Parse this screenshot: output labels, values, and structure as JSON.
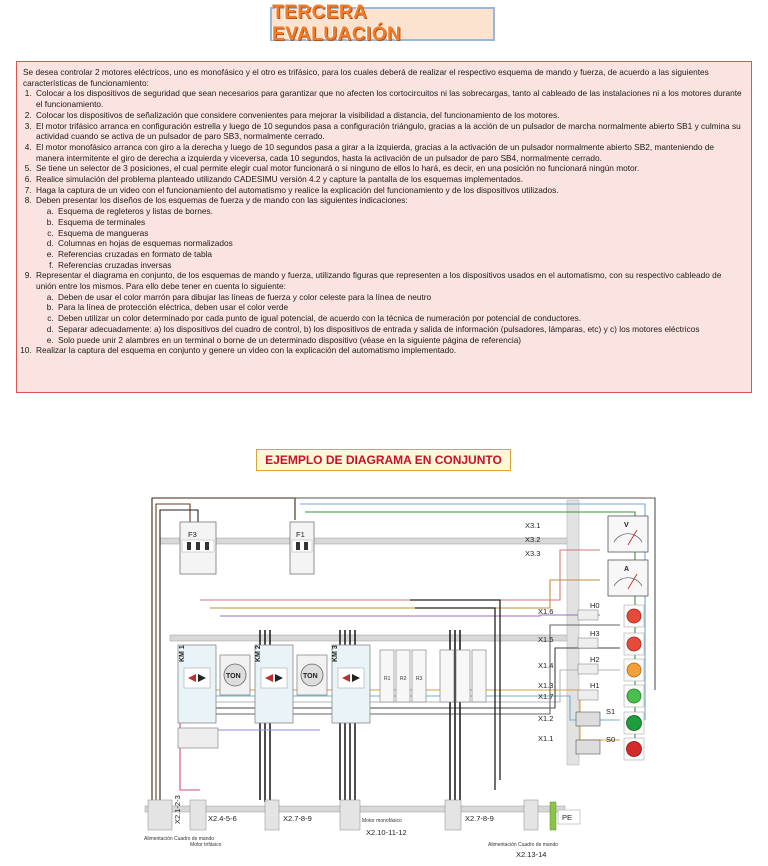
{
  "header": {
    "title": "TERCERA EVALUACIÓN"
  },
  "task": {
    "intro": "Se desea controlar 2 motores eléctricos, uno es monofásico y el otro es trifásico, para los cuales deberá de realizar el respectivo esquema de mando y fuerza, de acuerdo a las siguientes características de funcionamiento:",
    "items": [
      "Colocar a los dispositivos de seguridad que sean necesarios para garantizar que no afecten los cortocircuitos ni las sobrecargas, tanto al cableado de las instalaciones ni a los motores durante el funcionamiento.",
      "Colocar los dispositivos de señalización que considere convenientes para mejorar la visibilidad a distancia, del funcionamiento de los motores.",
      "El motor trifásico arranca en configuración estrella y luego de 10 segundos pasa a configuración triángulo, gracias a la acción de un pulsador de marcha normalmente abierto SB1 y culmina su actividad cuando se activa de un pulsador de paro SB3, normalmente cerrado.",
      "El motor monofásico arranca con giro a la derecha y luego de 10 segundos pasa a girar a la izquierda, gracias a la activación de un pulsador normalmente abierto SB2, manteniendo de manera intermitente el giro de derecha a izquierda y viceversa, cada 10 segundos, hasta la activación de un pulsador de paro SB4, normalmente cerrado.",
      "Se tiene un selector de 3 posiciones, el cual permite elegir cual motor funcionará o si ninguno de ellos lo hará, es decir, en una posición no funcionará ningún motor.",
      "Realice simulación del problema planteado utilizando CADESIMU versión 4.2 y capture la pantalla de los esquemas implementados.",
      "Haga la captura de un video con el funcionamiento del automatismo y realice la explicación del funcionamiento y de los dispositivos utilizados."
    ],
    "item8": {
      "text": "Deben presentar los diseños de los esquemas de fuerza y de mando con las siguientes indicaciones:",
      "sub": [
        "Esquema de regleteros y listas de bornes.",
        "Esquema de terminales",
        "Esquema de mangueras",
        "Columnas en hojas de esquemas normalizados",
        "Referencias cruzadas en formato de tabla",
        "Referencias cruzadas inversas"
      ]
    },
    "item9": {
      "text": "Representar el diagrama en conjunto, de los esquemas de mando y fuerza, utilizando figuras que representen a los dispositivos usados en el automatismo, con su respectivo cableado de unión entre los mismos. Para ello debe tener en cuenta lo siguiente:",
      "sub": [
        "Deben de usar el color marrón para dibujar las líneas de fuerza y color celeste para la línea de neutro",
        "Para la línea de protección eléctrica, deben usar el color verde",
        "Deben utilizar un color determinado por cada punto de igual potencial, de acuerdo con la técnica de numeración por potencial de conductores.",
        "Separar adecuadamente: a) los dispositivos del cuadro de control, b) los dispositivos de entrada y salida de información (pulsadores, lámparas, etc) y c) los motores eléctricos",
        "Solo puede unir 2 alambres en un terminal o borne de un determinado dispositivo (véase en la siguiente página de referencia)"
      ]
    },
    "item10": "Realizar la captura del esquema en conjunto y genere un video con la explicación del automatismo implementado."
  },
  "example": {
    "title": "EJEMPLO DE DIAGRAMA EN CONJUNTO",
    "terminals": [
      "X3.1",
      "X3.2",
      "X3.3",
      "X1.6",
      "X1.5",
      "X1.4",
      "X1.3",
      "X1.7",
      "X1.2",
      "X1.1"
    ],
    "devices": [
      "H0",
      "H3",
      "H2",
      "H1",
      "S1",
      "S0",
      "F3",
      "F1",
      "KM 1",
      "KM 2",
      "KM 3",
      "TON",
      "TON",
      "R1",
      "R2",
      "R3"
    ],
    "meters": [
      "V",
      "A"
    ],
    "bottom_labels": [
      "X2.1-2-3",
      "X2.4-5-6",
      "X2.7-8-9",
      "X2.10-11-12",
      "X2.7-8-9",
      "X2.13-14",
      "PE"
    ],
    "small_labels": [
      "Alimentación Cuadro de mando",
      "Motor trifásico",
      "Motor monofásico",
      "Alimentación Cuadro de mando"
    ]
  }
}
